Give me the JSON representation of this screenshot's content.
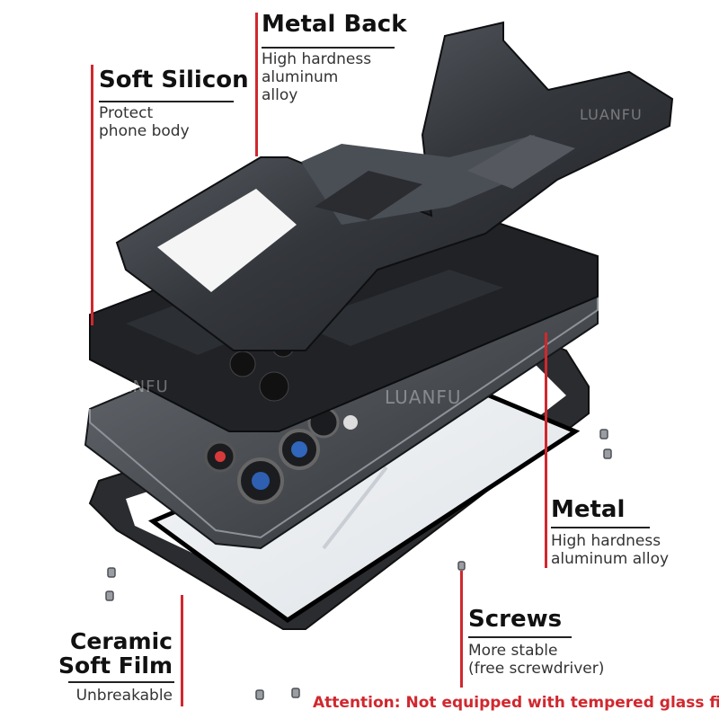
{
  "callouts": {
    "metal_back": {
      "title": "Metal Back",
      "desc": "High hardness\naluminum\nalloy"
    },
    "soft_silicon": {
      "title": "Soft Silicon",
      "desc": "Protect\nphone body"
    },
    "metal": {
      "title": "Metal",
      "desc": "High hardness\naluminum alloy"
    },
    "screws": {
      "title": "Screws",
      "desc": "More stable\n (free screwdriver)"
    },
    "ceramic": {
      "title": "Ceramic\nSoft Film",
      "desc": "Unbreakable"
    }
  },
  "watermark": "LUANFU",
  "attention": "Attention: Not equipped with tempered glass film",
  "colors": {
    "accent": "#d0282e",
    "metal": "#3a3d42",
    "phone": "#2b2e33"
  }
}
